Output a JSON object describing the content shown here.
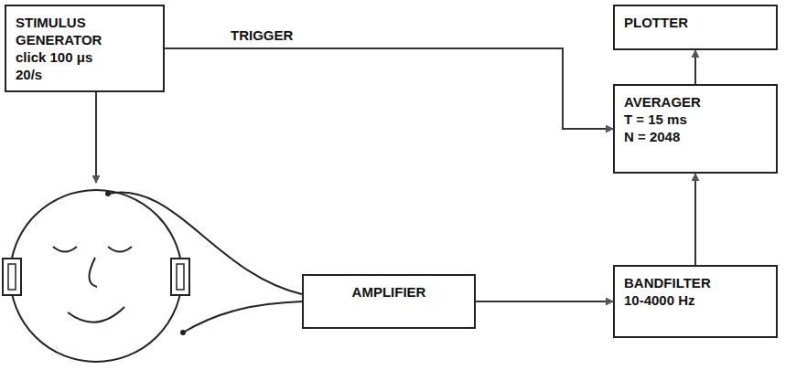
{
  "diagram": {
    "nodes": [
      {
        "text": [
          "STIMULUS GENERATOR",
          "click 100 μs",
          "20/s"
        ]
      },
      {
        "text": [
          "PLOTTER"
        ]
      },
      {
        "text": [
          "AVERAGER",
          "T = 15 ms",
          "N = 2048"
        ]
      },
      {
        "text": [
          "AMPLIFIER"
        ]
      },
      {
        "text": [
          "BANDFILTER",
          "10-4000 Hz"
        ]
      }
    ],
    "edges": [
      {
        "from": 0,
        "to": 2,
        "label": "TRIGGER",
        "arrow": "to"
      },
      {
        "from": 3,
        "to": 4,
        "arrow": "to"
      },
      {
        "from": 4,
        "to": 2,
        "arrow": "to"
      },
      {
        "from": 2,
        "to": 1,
        "arrow": "to"
      }
    ]
  }
}
